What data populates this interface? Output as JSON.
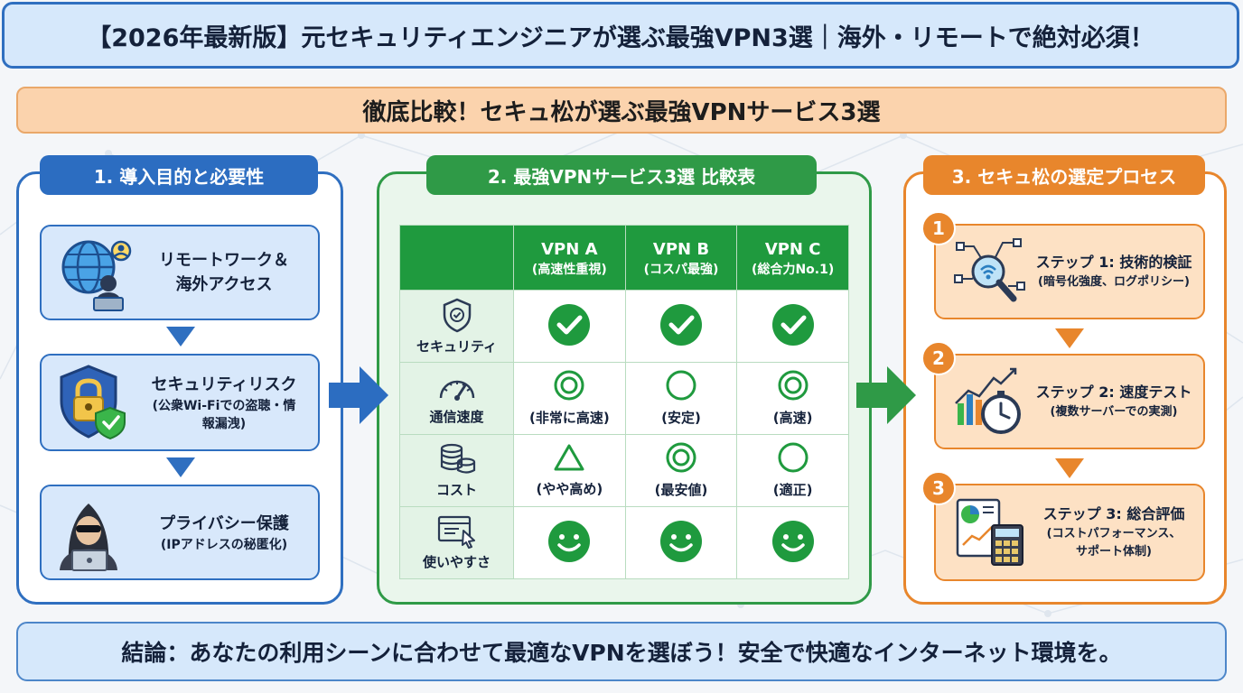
{
  "header": {
    "title": "【2026年最新版】元セキュリティエンジニアが選ぶ最強VPN3選｜海外・リモートで絶対必須！",
    "subtitle": "徹底比較！セキュ松が選ぶ最強VPNサービス3選"
  },
  "left_column": {
    "label": "1. 導入目的と必要性",
    "cards": [
      {
        "title": "リモートワーク＆",
        "title2": "海外アクセス",
        "icon": "globe-user-icon"
      },
      {
        "title": "セキュリティリスク",
        "note": "(公衆Wi-Fiでの盗聴・情",
        "note2": "報漏洩)",
        "icon": "shield-lock-icon"
      },
      {
        "title": "プライバシー保護",
        "note": "(IPアドレスの秘匿化)",
        "icon": "hooded-hacker-icon"
      }
    ]
  },
  "middle_column": {
    "label": "2. 最強VPNサービス3選 比較表",
    "columns": [
      {
        "name": "VPN A",
        "sub": "(高速性重視)"
      },
      {
        "name": "VPN B",
        "sub": "(コスパ最強)"
      },
      {
        "name": "VPN C",
        "sub": "(総合力No.1)"
      }
    ],
    "rows": [
      {
        "label": "セキュリティ",
        "icon": "shield-check-icon",
        "cells": [
          {
            "mark": "check",
            "note": ""
          },
          {
            "mark": "check",
            "note": ""
          },
          {
            "mark": "check",
            "note": ""
          }
        ]
      },
      {
        "label": "通信速度",
        "icon": "speedometer-icon",
        "cells": [
          {
            "mark": "double-circle",
            "note": "(非常に高速)"
          },
          {
            "mark": "circle",
            "note": "(安定)"
          },
          {
            "mark": "double-circle",
            "note": "(高速)"
          }
        ]
      },
      {
        "label": "コスト",
        "icon": "coins-icon",
        "cells": [
          {
            "mark": "triangle",
            "note": "(やや高め)"
          },
          {
            "mark": "double-circle",
            "note": "(最安値)"
          },
          {
            "mark": "circle",
            "note": "(適正)"
          }
        ]
      },
      {
        "label": "使いやすさ",
        "icon": "browser-cursor-icon",
        "cells": [
          {
            "mark": "smile",
            "note": ""
          },
          {
            "mark": "smile",
            "note": ""
          },
          {
            "mark": "smile",
            "note": ""
          }
        ]
      }
    ]
  },
  "right_column": {
    "label": "3. セキュ松の選定プロセス",
    "steps": [
      {
        "num": "1",
        "title": "ステップ 1: 技術的検証",
        "note": "(暗号化強度、ログポリシー)",
        "icon": "network-magnifier-icon"
      },
      {
        "num": "2",
        "title": "ステップ 2: 速度テスト",
        "note": "(複数サーバーでの実測)",
        "icon": "chart-stopwatch-icon"
      },
      {
        "num": "3",
        "title": "ステップ 3: 総合評価",
        "note": "(コストパフォーマンス、",
        "note2": "サポート体制)",
        "icon": "report-calculator-icon"
      }
    ]
  },
  "footer": {
    "conclusion": "結論：あなたの利用シーンに合わせて最適なVPNを選ぼう！安全で快適なインターネット環境を。"
  },
  "colors": {
    "blue": "#2f6fc0",
    "green": "#2f9a47",
    "orange": "#e8862c",
    "light_blue": "#d6e8fb",
    "light_orange": "#fbd3ad"
  }
}
